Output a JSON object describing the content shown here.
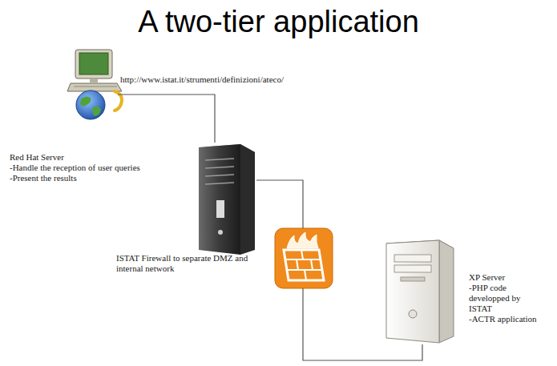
{
  "diagram": {
    "title": "A two-tier application",
    "nodes": [
      {
        "text": [
          "http://www.istat.it/strumenti/definizioni/ateco/"
        ]
      },
      {
        "text": [
          "Red Hat Server",
          "-Handle the reception of user queries",
          "-Present the results"
        ]
      },
      {
        "text": [
          "ISTAT Firewall to separate DMZ and internal network"
        ]
      },
      {
        "text": [
          "XP Server",
          "-PHP code developped by ISTAT",
          "-ACTR application"
        ]
      }
    ],
    "edges": [
      {
        "from": 0,
        "to": 1,
        "arrow": "none"
      },
      {
        "from": 1,
        "to": 2,
        "arrow": "none"
      },
      {
        "from": 2,
        "to": 3,
        "arrow": "none"
      }
    ]
  }
}
